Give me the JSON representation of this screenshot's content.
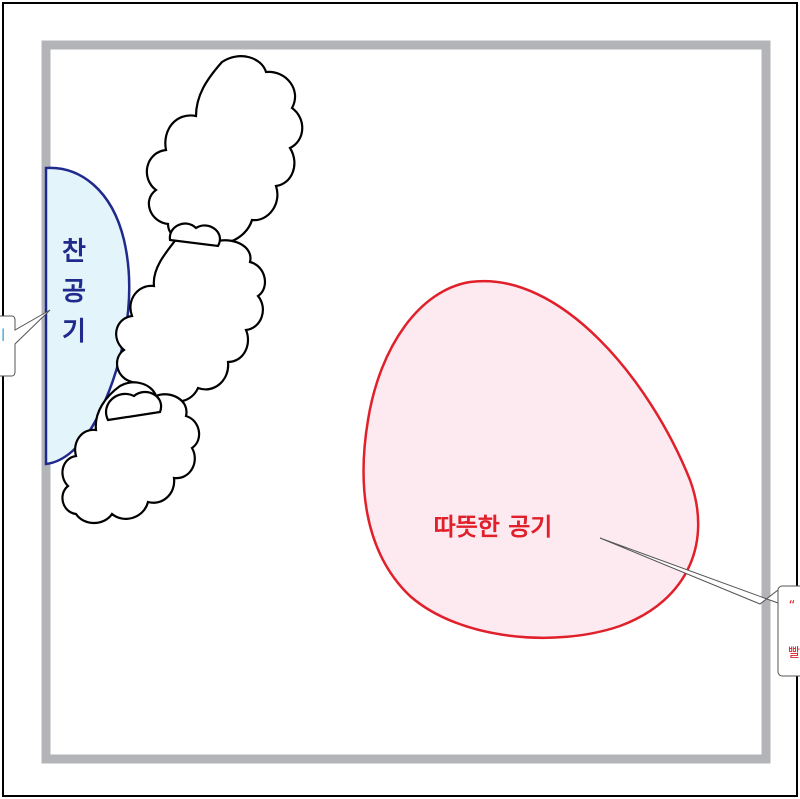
{
  "diagram": {
    "cold_air": {
      "label_lines": [
        "찬",
        "공",
        "기"
      ],
      "fill": "#e4f4fb",
      "stroke": "#1f2a8c"
    },
    "warm_air": {
      "label": "따뜻한 공기",
      "fill": "#fdeaf0",
      "stroke": "#e0202a"
    },
    "callout_left": {
      "text": "ㅣ"
    },
    "callout_right": {
      "line1": "“",
      "line2": "빨"
    },
    "colors": {
      "room_frame": "#b3b4b7",
      "outer_border": "#000000",
      "cloud_stroke": "#000000"
    }
  }
}
